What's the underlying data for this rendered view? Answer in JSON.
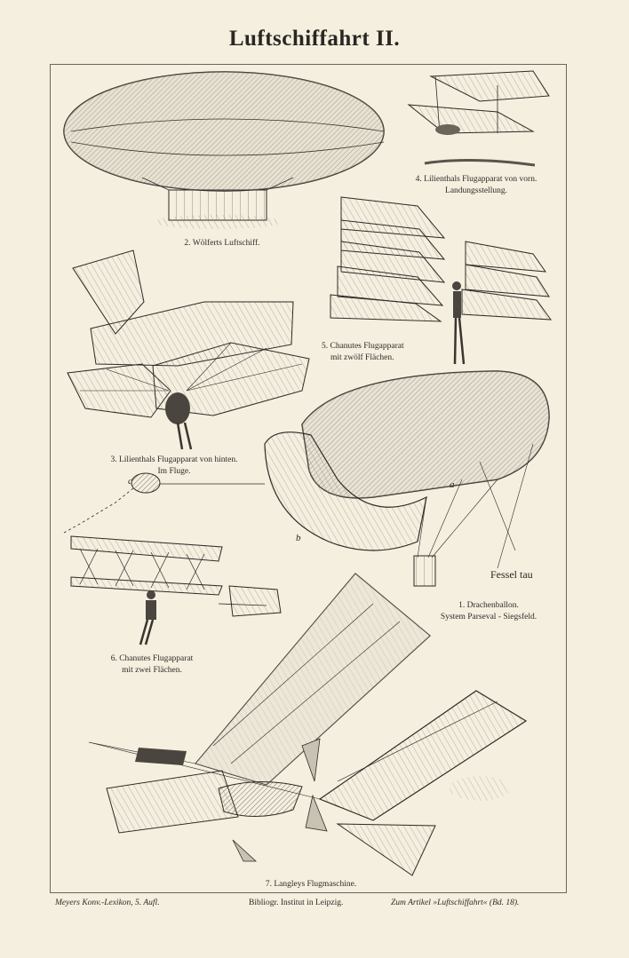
{
  "title": "Luftschiffahrt II.",
  "captions": {
    "fig2": "2. Wölferts Luftschiff.",
    "fig4_line1": "4. Lilienthals Flugapparat von vorn.",
    "fig4_line2": "Landungsstellung.",
    "fig5_line1": "5. Chanutes Flugapparat",
    "fig5_line2": "mit zwölf Flächen.",
    "fig3_line1": "3. Lilienthals Flugapparat von hinten.",
    "fig3_line2": "Im Fluge.",
    "fig1_line1": "1. Drachenballon.",
    "fig1_line2": "System Parseval - Siegsfeld.",
    "fig6_line1": "6. Chanutes Flugapparat",
    "fig6_line2": "mit zwei Flächen.",
    "fig7": "7. Langleys Flugmaschine."
  },
  "labels": {
    "a": "a",
    "b": "b",
    "c": "c",
    "fesseltau": "Fessel tau"
  },
  "footer": {
    "left": "Meyers Konv.-Lexikon, 5. Aufl.",
    "center": "Bibliogr. Institut in Leipzig.",
    "right": "Zum Artikel »Luftschiffahrt« (Bd. 18)."
  }
}
